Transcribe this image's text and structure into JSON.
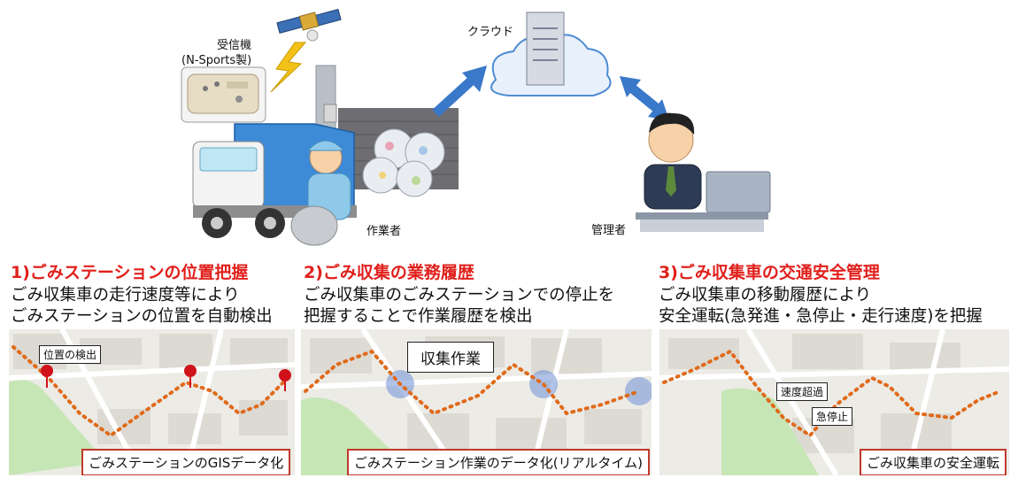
{
  "top": {
    "receiver_label": "受信機",
    "receiver_sub": "(N-Sports製)",
    "cloud_label": "クラウド",
    "worker_label": "作業者",
    "manager_label": "管理者"
  },
  "sections": [
    {
      "title": "1)ごみステーションの位置把握",
      "lines": [
        "ごみ収集車の走行速度等により",
        "ごみステーションの位置を自動検出"
      ],
      "callouts": [
        "位置の検出"
      ],
      "caption": "ごみステーションのGISデータ化"
    },
    {
      "title": "2)ごみ収集の業務履歴",
      "lines": [
        "ごみ収集車のごみステーションでの停止を",
        "把握することで作業履歴を検出"
      ],
      "callouts": [
        "収集作業"
      ],
      "caption": "ごみステーション作業のデータ化(リアルタイム)"
    },
    {
      "title": "3)ごみ収集車の交通安全管理",
      "lines": [
        "ごみ収集車の移動履歴により",
        "安全運転(急発進・急停止・走行速度)を把握"
      ],
      "callouts": [
        "速度超過",
        "急停止"
      ],
      "caption": "ごみ収集車の安全運転"
    }
  ],
  "colors": {
    "title_red": "#e0201c",
    "caption_border": "#c0392b",
    "track_dot": "#e06a1a",
    "pin": "#d0121b",
    "stop_halo": "#6f8fd6",
    "arrow_blue": "#3a78c9"
  }
}
